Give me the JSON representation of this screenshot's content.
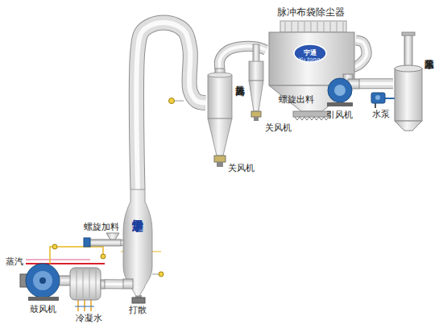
{
  "diagram": {
    "nodes": [
      {
        "text": [
          "鼓风机"
        ]
      },
      {
        "text": [
          "宇通干燥"
        ]
      },
      {
        "text": [
          "螺旋加料"
        ]
      },
      {
        "text": [
          "旋风分离器"
        ]
      },
      {
        "text": [
          "脉冲布袋除尘器"
        ]
      },
      {
        "text": [
          "引风机"
        ]
      },
      {
        "text": [
          "水幕除尘器"
        ]
      }
    ],
    "edges": [
      {
        "from": 0,
        "to": 1,
        "arrow": "none"
      },
      {
        "from": 2,
        "to": 1,
        "arrow": "none"
      },
      {
        "from": 1,
        "to": 3,
        "arrow": "none"
      },
      {
        "from": 3,
        "to": 4,
        "arrow": "none"
      },
      {
        "from": 4,
        "to": 5,
        "arrow": "none"
      },
      {
        "from": 5,
        "to": 6,
        "arrow": "none"
      }
    ],
    "labels": [
      "宇通",
      "Yu tong",
      "螺旋出料",
      "关风机",
      "关风机",
      "水泵",
      "蒸汽",
      "冷凝水",
      "打散"
    ]
  }
}
